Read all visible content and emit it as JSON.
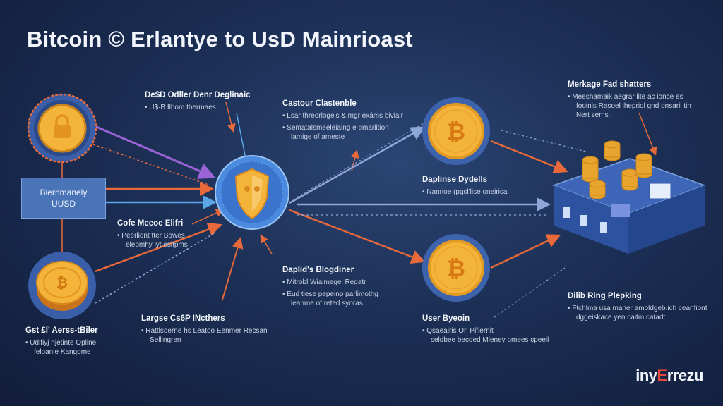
{
  "title": "Bitcoin © Erlantye to UsD Mainrioast",
  "usd_box": {
    "line1": "Biernmanely",
    "line2": "UUSD"
  },
  "brand": {
    "pre": "iny",
    "accent": "E",
    "post": "rrezu"
  },
  "labels": {
    "top_left": {
      "head": "De$D Odller Denr Deglinaic",
      "items": [
        "U$·B Ilhom thermaes"
      ]
    },
    "top_center": {
      "head": "Castour Clastenble",
      "items": [
        "Lsar threorloge's & mgr exáms bivlair",
        "Sematalsmeeleiaing e pmarlition",
        "lamige of ameste"
      ]
    },
    "top_right": {
      "head": "Merkage Fad shatters",
      "items": [
        "Meeshamaik aegrar lite ac ionce es",
        "fooinis Rasoel ihepriol gnd onsaril tirr",
        "Nert sems."
      ]
    },
    "mid_center": {
      "head": "Daplinse Dydells",
      "items": [
        "Nanrioe (pgcl'lise oneirical"
      ]
    },
    "left_mid": {
      "head": "Cofe Meeoe Elifri",
      "items": [
        "Peerliont tter Bowes",
        "elepmhy iyt esitpms"
      ]
    },
    "bottom_center": {
      "head": "Daplid's Blogdiner",
      "items": [
        "Mitrobl Wialmegel Regatr",
        "Eud tiese pepeinp parlimothg",
        "leanme of reted syoras."
      ]
    },
    "bottom_right": {
      "head": "Dilib Ring Plepking",
      "items": [
        "Ftchlma usa maner amoldgeb.ich ceanfiont",
        "dggeiskace yen caitm catadt"
      ]
    },
    "bottom_left_center": {
      "head": "Largse Cs6P INcthers",
      "items": [
        "Rattlsoerne hs Leatoo Eenmer Recsan",
        "Sellingren"
      ]
    },
    "user_bycoin": {
      "head": "User Byeoin",
      "items": [
        "Qsaeairis Ori Pifiernit",
        "seldbee becoed Mleney pmees cpeeil"
      ]
    },
    "bottom_left": {
      "head": "Gst £l' Aerss-tBiler",
      "items": [
        "Udifiyj hjetinte Opline",
        "feloanle Kangome"
      ]
    }
  },
  "colors": {
    "background": "#1c2f55",
    "coin_gold": "#f4b43a",
    "arrow_orange": "#e8693a",
    "arrow_purple": "#9a63d6",
    "arrow_blue": "#5aa6e8",
    "platform_blue": "#3d66b8",
    "hub_blue": "#4a8be0",
    "brand_accent": "#e84a3a"
  },
  "icons": [
    "padlock-coin-icon",
    "bitcoin-coin-icon",
    "shield-hub-icon",
    "exchange-platform-icon"
  ]
}
